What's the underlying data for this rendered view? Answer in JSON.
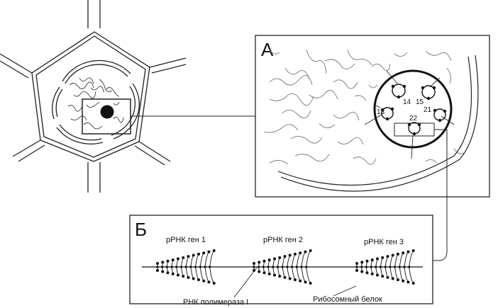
{
  "panels": {
    "a": {
      "label": "А"
    },
    "b": {
      "label": "Б"
    }
  },
  "chromosome_numbers": [
    "14",
    "15",
    "13",
    "21",
    "22"
  ],
  "genes": [
    {
      "label": "рРНК ген 1"
    },
    {
      "label": "рРНК ген 2"
    },
    {
      "label": "рРНК ген 3"
    }
  ],
  "annotations": {
    "polymerase": "РНК полимераза I",
    "ribosomal_protein": "Рибосомный белок"
  }
}
